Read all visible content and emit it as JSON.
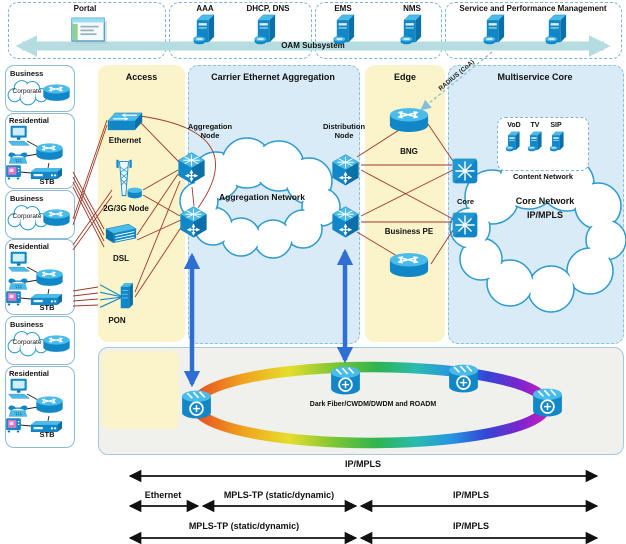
{
  "oam": {
    "portal": "Portal",
    "aaa": "AAA",
    "dhcp_dns": "DHCP, DNS",
    "ems": "EMS",
    "nms": "NMS",
    "spm": "Service and Performance Management",
    "arrow_label": "OAM Subsystem"
  },
  "customers": {
    "business": "Business",
    "corporate": "Corporate",
    "residential": "Residential",
    "stb": "STB"
  },
  "access": {
    "title": "Access",
    "ethernet": "Ethernet",
    "mobile": "2G/3G Node",
    "dsl": "DSL",
    "pon": "PON"
  },
  "aggregation": {
    "title": "Carrier Ethernet Aggregation",
    "agg_node": "Aggregation Node",
    "dist_node": "Distribution Node",
    "cloud": "Aggregation Network"
  },
  "edge": {
    "title": "Edge",
    "bng": "BNG",
    "business_pe": "Business PE",
    "radius": "RADIUS (CoA)"
  },
  "core": {
    "title": "Multiservice Core",
    "servers": [
      "VoD",
      "TV",
      "SIP"
    ],
    "content_network": "Content Network",
    "cloud_line1": "Core Network",
    "cloud_line2": "IP/MPLS",
    "core_label": "Core"
  },
  "optical": {
    "label": "Dark Fiber/CWDM/DWDM and ROADM"
  },
  "transport": {
    "row1_full": "IP/MPLS",
    "row2_ethernet": "Ethernet",
    "row2_mplstp": "MPLS-TP (static/dynamic)",
    "row2_ipmpls": "IP/MPLS",
    "row3_mplstp": "MPLS-TP (static/dynamic)",
    "row3_ipmpls": "IP/MPLS"
  },
  "colors": {
    "icon_blue": "#1187C8",
    "icon_light": "#49BCEA",
    "section_yellow": "#FBF3C9",
    "section_blue": "#D9EBF6",
    "line_red": "#9E3A28",
    "arrow_blue": "#2F6FD4",
    "oam_teal": "#B5DDE1"
  }
}
